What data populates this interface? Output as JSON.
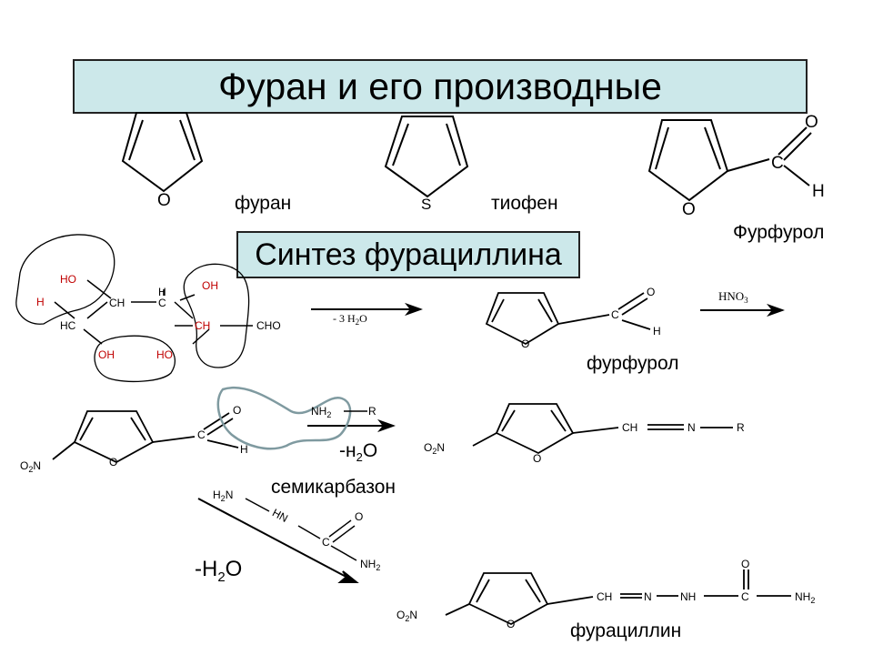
{
  "title": "Фуран и его производные",
  "subtitle": "Синтез фурациллина",
  "names": {
    "furan": "фуран",
    "thiophene": "тиофен",
    "furfural_top": "Фурфурол",
    "furfural_mid": "фурфурол",
    "semicarbazone": "семикарбазон",
    "furacilin": "фурациллин"
  },
  "atoms": {
    "O": "O",
    "S": "S",
    "C": "C",
    "H": "H",
    "HO": "HO",
    "OH": "OH",
    "CH": "CH",
    "HC": "HC",
    "CHO": "CHO",
    "O2N": "O2N",
    "NH2": "NH2",
    "H2N": "H2N",
    "HN": "HN",
    "N": "N",
    "NH": "NH",
    "R": "R"
  },
  "reactions": {
    "minus_3h2o": "- 3 H2O",
    "hno3": "HNO3",
    "minus_h2o_1": "-H2O",
    "minus_h2o_2": "-H2O"
  }
}
